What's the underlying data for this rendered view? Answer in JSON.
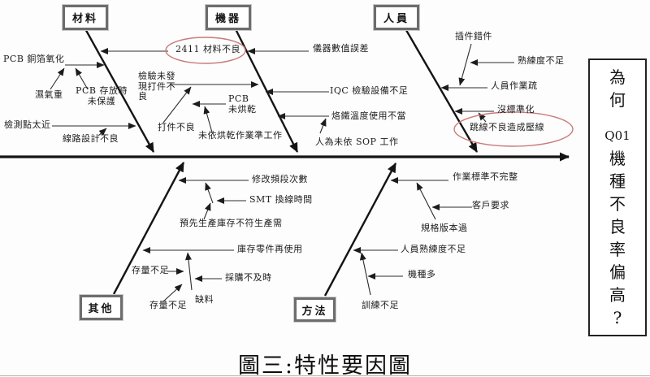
{
  "page": {
    "caption": "圖三:特性要因圖"
  },
  "colors": {
    "highlight_oval": "#c97b7b",
    "bone_line": "#1a1a1a"
  },
  "question_box": {
    "chars": [
      "為",
      "何",
      "",
      "Q01",
      "機",
      "種",
      "不",
      "良",
      "率",
      "偏",
      "高",
      "?"
    ]
  },
  "bones": {
    "materials": {
      "label": "材料",
      "highlight": "2411 材料不良",
      "c_oxide": "PCB 銅箔氧化",
      "c_moist": "濕氣重",
      "c_store": "PCB 存放時\n未保護",
      "c_testpt": "檢測點太近",
      "c_circuit": "線路設計不良"
    },
    "machine": {
      "label": "機器",
      "c_instr": "儀器數值誤差",
      "c_notfound": "檢驗未發\n現打件不\n良",
      "c_place": "打件不良",
      "c_pcbdry": "PCB\n未烘乾",
      "c_dryproc": "未依烘乾作業準工作",
      "c_iqc": "IQC 檢驗設備不足",
      "c_iron": "烙鐵溫度使用不當",
      "c_sop": "人為未依 SOP 工作"
    },
    "personnel": {
      "label": "人員",
      "c_insert": "插件錯件",
      "c_skill": "熟練度不足",
      "c_oper": "人員作業疏",
      "c_std": "沒標準化",
      "c_jumper": "跳線不良造成壓線"
    },
    "others": {
      "label": "其他",
      "c_modify": "修改頻段次數",
      "c_smt": "SMT 換線時間",
      "c_prestock": "預先生產庫存不符生產需",
      "c_reuse": "庫存零件再使用",
      "c_stock1": "存量不足",
      "c_purchase": "採購不及時",
      "c_stock2": "存量不足",
      "c_shortage": "缺料"
    },
    "methods": {
      "label": "方法",
      "c_std": "作業標準不完整",
      "c_cust": "客戶要求",
      "c_spec": "規格版本過",
      "c_skill": "人員熟練度不足",
      "c_models": "機種多",
      "c_train": "訓練不足"
    }
  }
}
